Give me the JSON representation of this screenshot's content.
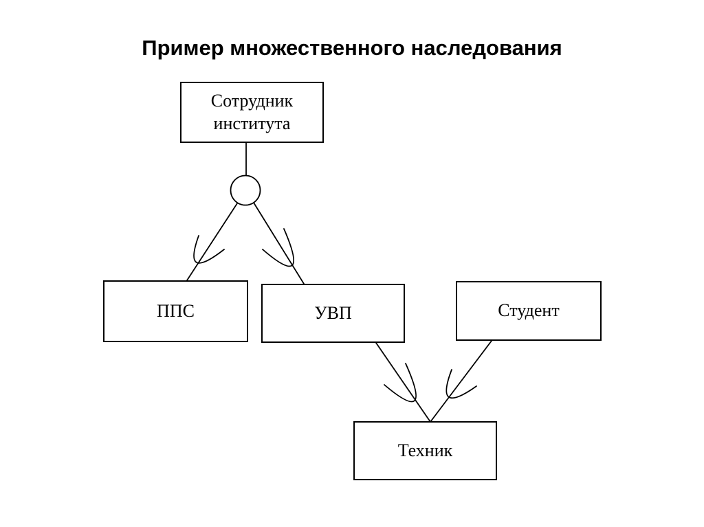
{
  "title": "Пример множественного наследования",
  "nodes": {
    "employee": {
      "label": "Сотрудник института"
    },
    "pps": {
      "label": "ППС"
    },
    "uvp": {
      "label": "УВП"
    },
    "student": {
      "label": "Студент"
    },
    "technician": {
      "label": "Техник"
    }
  },
  "edges": [
    {
      "from": "Сотрудник института",
      "to": "ППС",
      "symbol": "inheritance-arc"
    },
    {
      "from": "Сотрудник института",
      "to": "УВП",
      "symbol": "inheritance-arc"
    },
    {
      "from": "УВП",
      "to": "Техник",
      "symbol": "inheritance-arc"
    },
    {
      "from": "Студент",
      "to": "Техник",
      "symbol": "inheritance-arc"
    }
  ],
  "colors": {
    "background": "#ffffff",
    "stroke": "#000000",
    "text": "#000000"
  }
}
